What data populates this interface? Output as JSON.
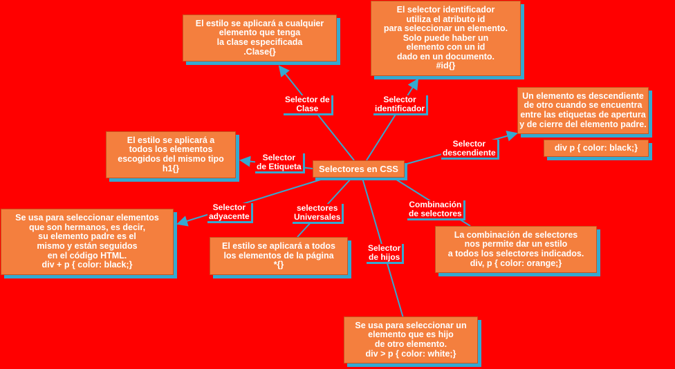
{
  "colors": {
    "background": "#ff0000",
    "node_fill": "#f47f3e",
    "shadow": "#35a9d0",
    "line": "#35a9d0"
  },
  "center": "Selectores en CSS",
  "labels": {
    "clase": "Selector de\nClase",
    "identificador": "Selector\nidentificador",
    "descendiente": "Selector\ndescendiente",
    "etiqueta": "Selector\nde Etiqueta",
    "adyacente": "Selector\nadyacente",
    "universales": "selectores\nUniversales",
    "combinacion": "Combinación\nde selectores",
    "hijos": "Selector\nde hijos"
  },
  "boxes": {
    "clase": "El estilo se aplicará a cualquier\nelemento que tenga\nla clase especificada\n.Clase{}",
    "identificador": "El selector identificador\nutiliza el atributo id\npara seleccionar un elemento.\nSolo puede haber un\nelemento con un id\ndado en un documento.\n#id{}",
    "descendiente": "Un elemento es descendiente\nde otro cuando se encuentra\nentre las etiquetas de apertura\ny de cierre del elemento padre.",
    "descendiente_code": "div p { color: black;}",
    "etiqueta": "El estilo se aplicará a\ntodos los elementos\nescogidos del mismo tipo\nh1{}",
    "adyacente": "Se usa para seleccionar elementos\nque son hermanos, es decir,\nsu elemento padre es el\nmismo y están seguidos\nen el código HTML.\ndiv + p { color: black;}",
    "universales": "El estilo se aplicará a todos\nlos elementos de la página\n*{}",
    "combinacion": "La combinación de selectores\nnos permite dar un estilo\na todos los selectores indicados.\ndiv, p { color: orange;}",
    "hijos": "Se usa para seleccionar un\nelemento que es hijo\nde otro elemento.\ndiv > p { color: white;}"
  }
}
